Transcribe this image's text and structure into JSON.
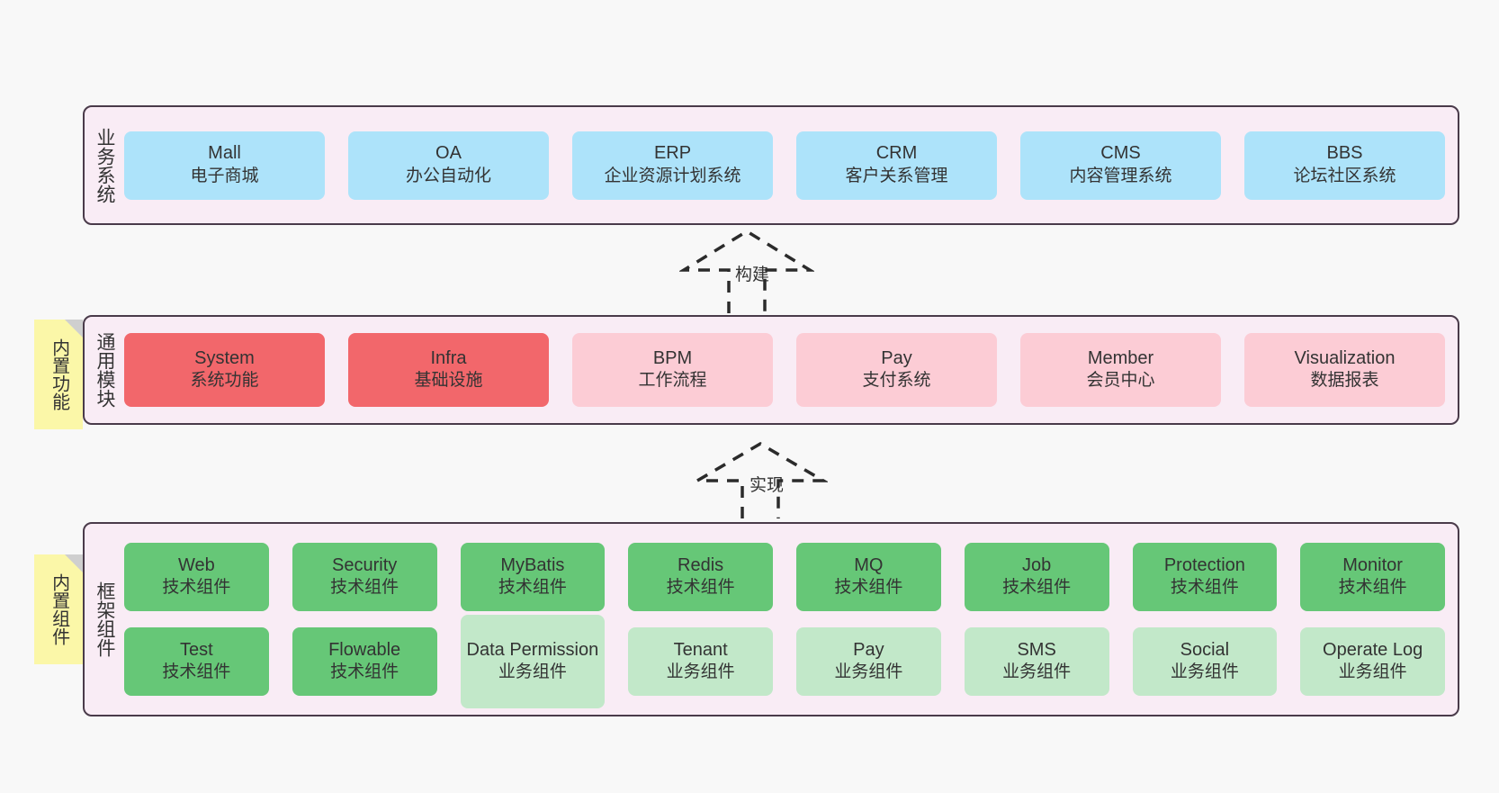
{
  "diagram": {
    "title_implicit": "",
    "background": "#f8f8f8",
    "layer_fill": "#f9ecf5",
    "layer_border": "#4a3b4a"
  },
  "layers": [
    {
      "key": "business",
      "title": "业务系统",
      "rows": [
        {
          "items": [
            {
              "en": "Mall",
              "cn": "电子商城",
              "color": "#ade3fa",
              "style": "blue"
            },
            {
              "en": "OA",
              "cn": "办公自动化",
              "color": "#ade3fa",
              "style": "blue"
            },
            {
              "en": "ERP",
              "cn": "企业资源计划系统",
              "color": "#ade3fa",
              "style": "blue"
            },
            {
              "en": "CRM",
              "cn": "客户关系管理",
              "color": "#ade3fa",
              "style": "blue"
            },
            {
              "en": "CMS",
              "cn": "内容管理系统",
              "color": "#ade3fa",
              "style": "blue"
            },
            {
              "en": "BBS",
              "cn": "论坛社区系统",
              "color": "#ade3fa",
              "style": "blue"
            }
          ]
        }
      ]
    },
    {
      "key": "modules",
      "title": "通用模块",
      "sticky": "内置功能",
      "rows": [
        {
          "items": [
            {
              "en": "System",
              "cn": "系统功能",
              "color": "#f2676b",
              "style": "red"
            },
            {
              "en": "Infra",
              "cn": "基础设施",
              "color": "#f2676b",
              "style": "red"
            },
            {
              "en": "BPM",
              "cn": "工作流程",
              "color": "#fcccd5",
              "style": "pink"
            },
            {
              "en": "Pay",
              "cn": "支付系统",
              "color": "#fcccd5",
              "style": "pink"
            },
            {
              "en": "Member",
              "cn": "会员中心",
              "color": "#fcccd5",
              "style": "pink"
            },
            {
              "en": "Visualization",
              "cn": "数据报表",
              "color": "#fcccd5",
              "style": "pink"
            }
          ]
        }
      ]
    },
    {
      "key": "framework",
      "title": "框架组件",
      "sticky": "内置组件",
      "rows": [
        {
          "items": [
            {
              "en": "Web",
              "cn": "技术组件",
              "color": "#66c777",
              "style": "green"
            },
            {
              "en": "Security",
              "cn": "技术组件",
              "color": "#66c777",
              "style": "green"
            },
            {
              "en": "MyBatis",
              "cn": "技术组件",
              "color": "#66c777",
              "style": "green"
            },
            {
              "en": "Redis",
              "cn": "技术组件",
              "color": "#66c777",
              "style": "green"
            },
            {
              "en": "MQ",
              "cn": "技术组件",
              "color": "#66c777",
              "style": "green"
            },
            {
              "en": "Job",
              "cn": "技术组件",
              "color": "#66c777",
              "style": "green"
            },
            {
              "en": "Protection",
              "cn": "技术组件",
              "color": "#66c777",
              "style": "green"
            },
            {
              "en": "Monitor",
              "cn": "技术组件",
              "color": "#66c777",
              "style": "green"
            }
          ]
        },
        {
          "items": [
            {
              "en": "Test",
              "cn": "技术组件",
              "color": "#66c777",
              "style": "green"
            },
            {
              "en": "Flowable",
              "cn": "技术组件",
              "color": "#66c777",
              "style": "green"
            },
            {
              "en": "Data Permission",
              "cn": "业务组件",
              "color": "#c2e8c9",
              "style": "lgreen"
            },
            {
              "en": "Tenant",
              "cn": "业务组件",
              "color": "#c2e8c9",
              "style": "lgreen"
            },
            {
              "en": "Pay",
              "cn": "业务组件",
              "color": "#c2e8c9",
              "style": "lgreen"
            },
            {
              "en": "SMS",
              "cn": "业务组件",
              "color": "#c2e8c9",
              "style": "lgreen"
            },
            {
              "en": "Social",
              "cn": "业务组件",
              "color": "#c2e8c9",
              "style": "lgreen"
            },
            {
              "en": "Operate Log",
              "cn": "业务组件",
              "color": "#c2e8c9",
              "style": "lgreen"
            }
          ]
        }
      ]
    }
  ],
  "connectors": [
    {
      "key": "build",
      "label": "构建",
      "from": "modules",
      "to": "business"
    },
    {
      "key": "implement",
      "label": "实现",
      "from": "framework",
      "to": "modules"
    }
  ]
}
